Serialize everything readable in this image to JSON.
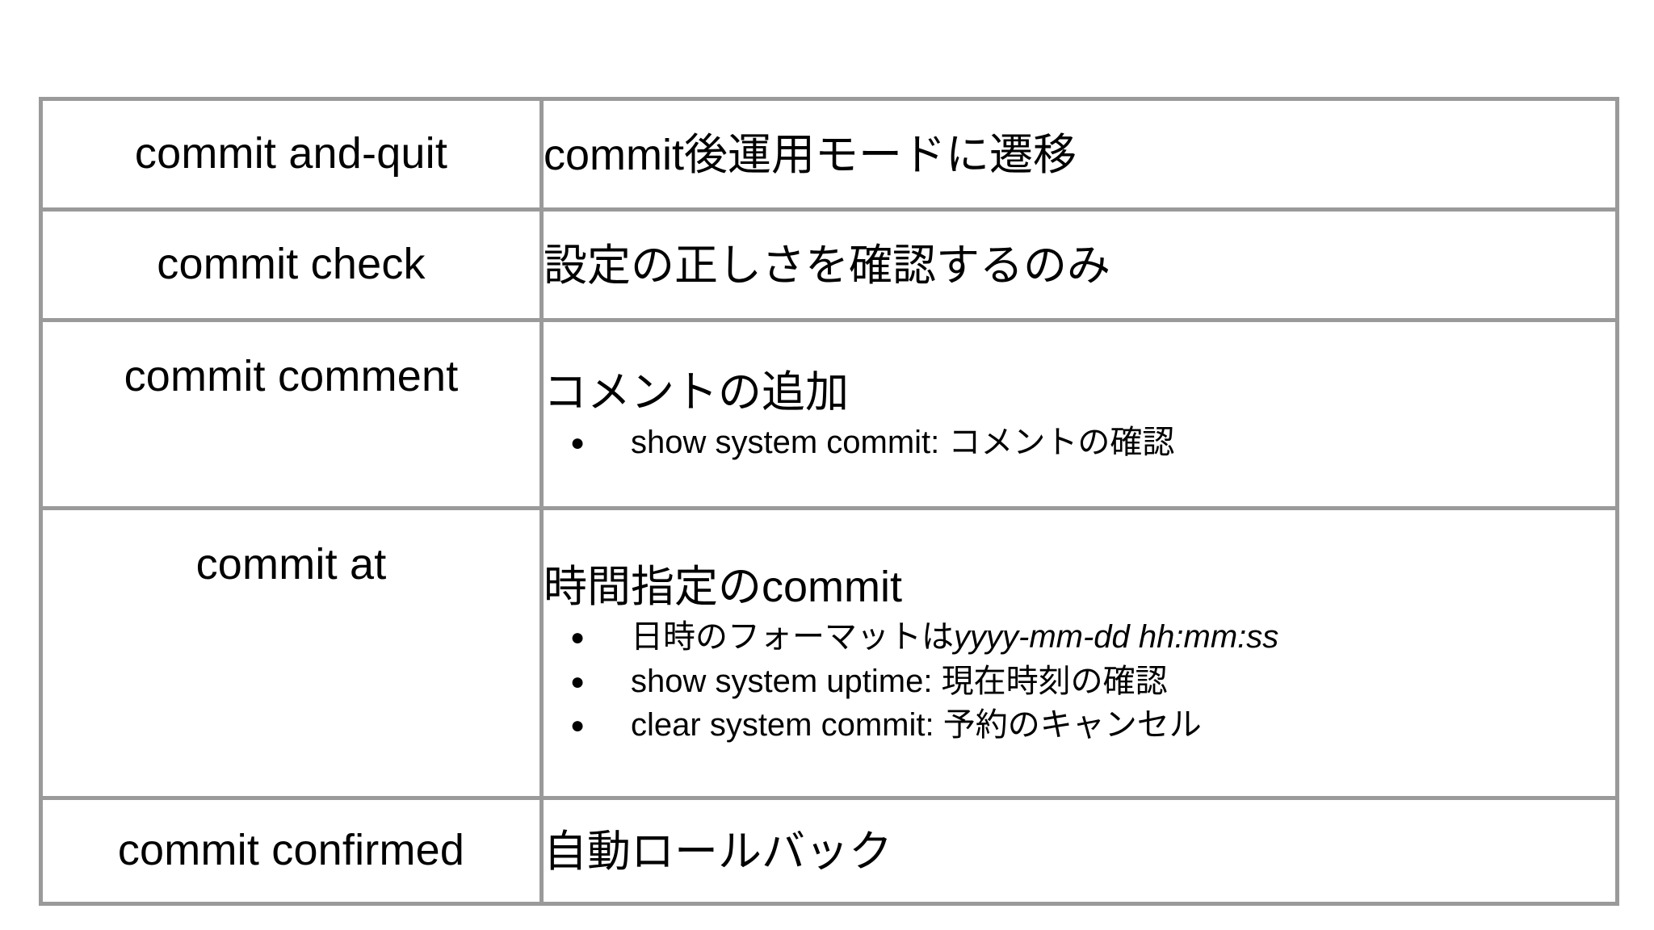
{
  "slide": {
    "background_color": "#ffffff",
    "border_color": "#9a9a9a",
    "text_color": "#000000"
  },
  "table": {
    "rows": [
      {
        "command": "commit and-quit",
        "description_head": "commit後運用モードに遷移",
        "bullets": []
      },
      {
        "command": "commit check",
        "description_head": "設定の正しさを確認するのみ",
        "bullets": []
      },
      {
        "command": "commit comment",
        "description_head": "コメントの追加",
        "bullets": [
          {
            "bullet_marker": "●",
            "text": "show system commit: コメントの確認"
          }
        ]
      },
      {
        "command": "commit at",
        "description_head": "時間指定のcommit",
        "bullets": [
          {
            "bullet_marker": "●",
            "text_plain": "日時のフォーマットは",
            "text_italic": "yyyy-mm-dd hh:mm:ss"
          },
          {
            "bullet_marker": "●",
            "text": "show system uptime: 現在時刻の確認"
          },
          {
            "bullet_marker": "●",
            "text": "clear system commit: 予約のキャンセル"
          }
        ]
      },
      {
        "command": "commit confirmed",
        "description_head": "自動ロールバック",
        "bullets": []
      }
    ]
  }
}
